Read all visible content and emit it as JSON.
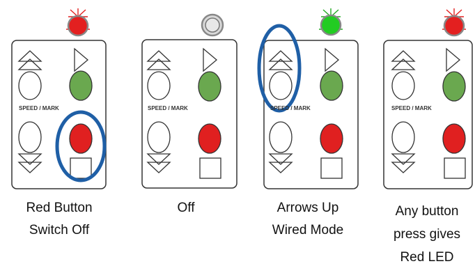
{
  "colors": {
    "led_red": "#e32020",
    "led_green": "#22cc22",
    "led_off": "#d9d9d9",
    "button_green": "#6aa84f",
    "button_red": "#e02020",
    "highlight": "#1f5fa6"
  },
  "panels": [
    {
      "name": "red-button-switch-off",
      "led": "red",
      "speed_mark": "SPEED / MARK",
      "highlight": "red-button",
      "caption": [
        "Red Button",
        "Switch Off"
      ]
    },
    {
      "name": "off",
      "led": "off",
      "speed_mark": "SPEED / MARK",
      "highlight": "none",
      "caption": [
        "Off"
      ]
    },
    {
      "name": "arrows-up-wired-mode",
      "led": "green",
      "speed_mark": "SPEED / MARK",
      "highlight": "up-arrow",
      "caption": [
        "Arrows Up",
        "Wired Mode"
      ]
    },
    {
      "name": "any-button-red-led",
      "led": "red",
      "speed_mark": "SPEED / MARK",
      "highlight": "none",
      "caption": [
        "Any button",
        "press gives",
        "Red LED"
      ]
    }
  ]
}
